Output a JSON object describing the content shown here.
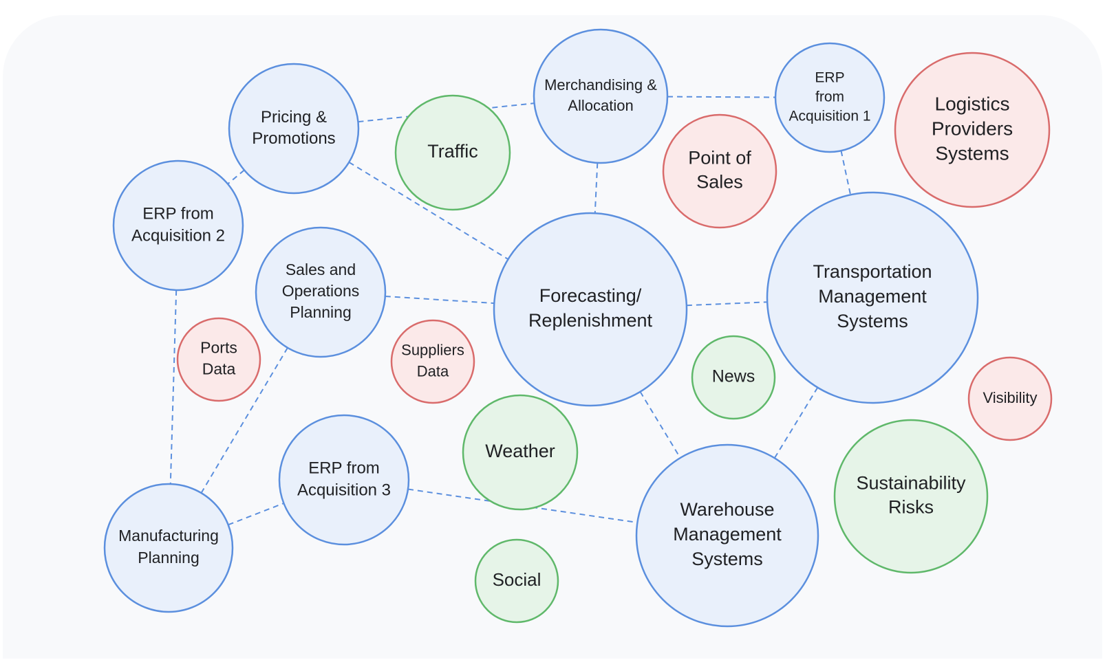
{
  "colors": {
    "blue_fill": "#e9f0fb",
    "blue_stroke": "#5b8fde",
    "green_fill": "#e6f4e8",
    "green_stroke": "#5fb86a",
    "red_fill": "#fbe9e9",
    "red_stroke": "#d96b6b",
    "edge": "#5b8fde",
    "background": "#f8f9fb"
  },
  "nodes": [
    {
      "id": "pricing",
      "color": "blue",
      "lines": [
        "Pricing &",
        "Promotions"
      ]
    },
    {
      "id": "merch",
      "color": "blue",
      "lines": [
        "Merchandising &",
        "Allocation"
      ]
    },
    {
      "id": "erp1",
      "color": "blue",
      "lines": [
        "ERP",
        "from",
        "Acquisition 1"
      ]
    },
    {
      "id": "logistics",
      "color": "red",
      "lines": [
        "Logistics",
        "Providers",
        "Systems"
      ]
    },
    {
      "id": "traffic",
      "color": "green",
      "lines": [
        "Traffic"
      ]
    },
    {
      "id": "pos",
      "color": "red",
      "lines": [
        "Point of",
        "Sales"
      ]
    },
    {
      "id": "erp2",
      "color": "blue",
      "lines": [
        "ERP from",
        "Acquisition 2"
      ]
    },
    {
      "id": "sop",
      "color": "blue",
      "lines": [
        "Sales and",
        "Operations",
        "Planning"
      ]
    },
    {
      "id": "forecast",
      "color": "blue",
      "lines": [
        "Forecasting/",
        "Replenishment"
      ]
    },
    {
      "id": "tms",
      "color": "blue",
      "lines": [
        "Transportation",
        "Management",
        "Systems"
      ]
    },
    {
      "id": "ports",
      "color": "red",
      "lines": [
        "Ports",
        "Data"
      ]
    },
    {
      "id": "suppliers",
      "color": "red",
      "lines": [
        "Suppliers",
        "Data"
      ]
    },
    {
      "id": "news",
      "color": "green",
      "lines": [
        "News"
      ]
    },
    {
      "id": "visibility",
      "color": "red",
      "lines": [
        "Visibility"
      ]
    },
    {
      "id": "weather",
      "color": "green",
      "lines": [
        "Weather"
      ]
    },
    {
      "id": "sustain",
      "color": "green",
      "lines": [
        "Sustainability",
        "Risks"
      ]
    },
    {
      "id": "erp3",
      "color": "blue",
      "lines": [
        "ERP from",
        "Acquisition 3"
      ]
    },
    {
      "id": "mfg",
      "color": "blue",
      "lines": [
        "Manufacturing",
        "Planning"
      ]
    },
    {
      "id": "wms",
      "color": "blue",
      "lines": [
        "Warehouse",
        "Management",
        "Systems"
      ]
    },
    {
      "id": "social",
      "color": "green",
      "lines": [
        "Social"
      ]
    }
  ],
  "edges": [
    [
      "pricing",
      "merch"
    ],
    [
      "merch",
      "erp1"
    ],
    [
      "merch",
      "forecast"
    ],
    [
      "erp1",
      "tms"
    ],
    [
      "pricing",
      "erp2"
    ],
    [
      "pricing",
      "forecast"
    ],
    [
      "erp2",
      "mfg"
    ],
    [
      "sop",
      "forecast"
    ],
    [
      "sop",
      "mfg"
    ],
    [
      "forecast",
      "tms"
    ],
    [
      "forecast",
      "wms"
    ],
    [
      "tms",
      "wms"
    ],
    [
      "mfg",
      "erp3"
    ],
    [
      "erp3",
      "wms"
    ]
  ]
}
